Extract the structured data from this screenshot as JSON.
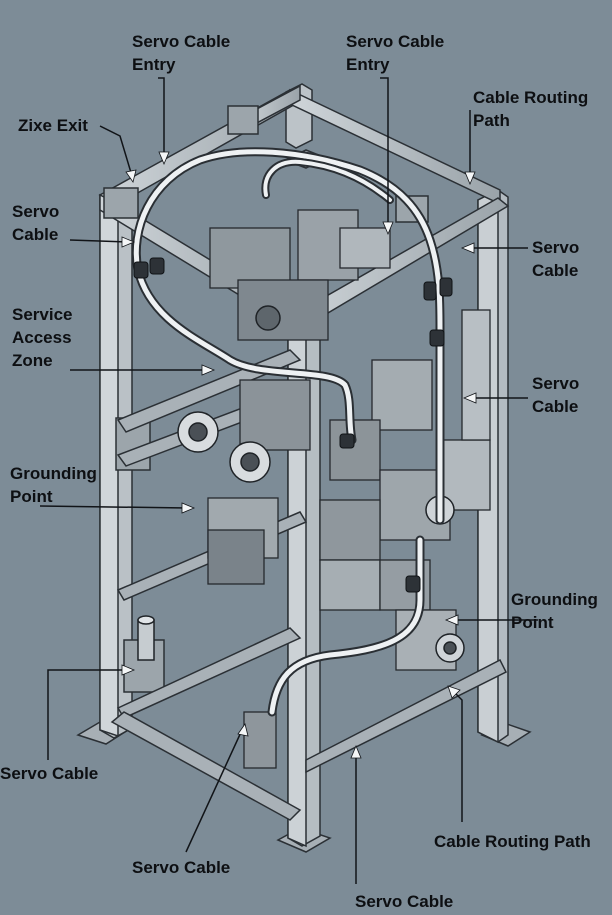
{
  "callouts": {
    "servo_cable_entry_left": {
      "line1": "Servo Cable",
      "line2": "Entry"
    },
    "servo_cable_entry_right": {
      "line1": "Servo Cable",
      "line2": "Entry"
    },
    "zixe_exit": "Zixe Exit",
    "cable_routing_path_top": {
      "line1": "Cable Routing",
      "line2": "Path"
    },
    "servo_cable_left_top": {
      "line1": "Servo",
      "line2": "Cable"
    },
    "servo_cable_right_top": {
      "line1": "Servo",
      "line2": "Cable"
    },
    "service_access_zone": {
      "line1": "Service",
      "line2": "Access",
      "line3": "Zone"
    },
    "servo_cable_right_mid": {
      "line1": "Servo",
      "line2": "Cable"
    },
    "grounding_point_left": {
      "line1": "Grounding",
      "line2": "Point"
    },
    "grounding_point_right": {
      "line1": "Grounding",
      "line2": "Point"
    },
    "servo_cable_bottom_left": "Servo Cable",
    "servo_cable_bottom_center": "Servo Cable",
    "servo_cable_bottom": "Servo Cable",
    "cable_routing_path_bottom": "Cable Routing Path"
  },
  "colors": {
    "background": "#7d8c97",
    "frame": "#b9c0c5",
    "frame_dark": "#5f686f",
    "text": "#0d0f12",
    "leader": "#111418"
  }
}
